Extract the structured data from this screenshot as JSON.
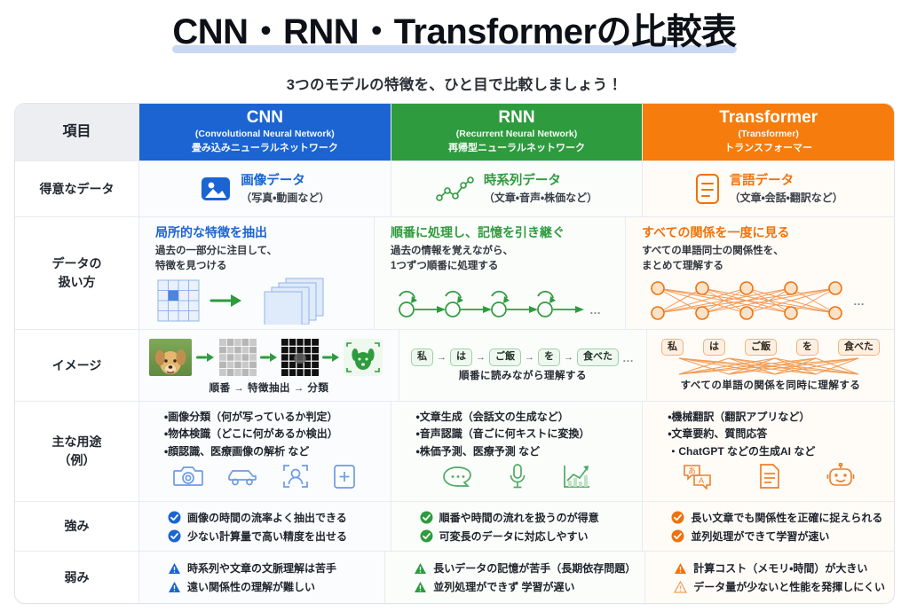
{
  "header": {
    "title": "CNN・RNN・Transformerの比較表",
    "subtitle": "3つのモデルの特徴を、ひと目で比較しましょう！"
  },
  "colors": {
    "cnn": "#1b64d2",
    "rnn": "#2e9b3e",
    "transformer": "#f57c0d",
    "title_underline": "#c9d8f5",
    "label_header_bg": "#eceef1"
  },
  "table": {
    "head": {
      "label": "項目",
      "columns": [
        {
          "name": "CNN",
          "en": "(Convolutional Neural Network)",
          "jp": "畳み込みニューラルネットワーク"
        },
        {
          "name": "RNN",
          "en": "(Recurrent Neural Network)",
          "jp": "再帰型ニューラルネットワーク"
        },
        {
          "name": "Transformer",
          "en": "(Transformer)",
          "jp": "トランスフォーマー"
        }
      ]
    },
    "rows": {
      "good_data": {
        "label": "得意なデータ",
        "cnn": {
          "title": "画像データ",
          "sub": "（写真・動画など）",
          "icon": "image-icon"
        },
        "rnn": {
          "title": "時系列データ",
          "sub": "（文章・音声・株価など）",
          "icon": "line-chart-icon"
        },
        "transformer": {
          "title": "言語データ",
          "sub": "（文章・会話・翻訳など）",
          "icon": "document-icon"
        }
      },
      "handling": {
        "label_line1": "データの",
        "label_line2": "扱い方",
        "cnn": {
          "title": "局所的な特徴を抽出",
          "body_line1": "過去の一部分に注目して、",
          "body_line2": "特徴を見つける",
          "diagram": "kernel-to-featuremaps-diagram"
        },
        "rnn": {
          "title": "順番に処理し、記憶を引き継ぐ",
          "body_line1": "過去の情報を覚えながら、",
          "body_line2": "1つずつ順番に処理する",
          "diagram": "recurrent-chain-diagram",
          "trailing": "…"
        },
        "transformer": {
          "title": "すべての関係を一度に見る",
          "body_line1": "すべての単語同士の関係性を、",
          "body_line2": "まとめて理解する",
          "diagram": "fully-connected-attention-diagram",
          "trailing": "…"
        }
      },
      "image": {
        "label": "イメージ",
        "cnn": {
          "caption": "順番 → 特徴抽出 → 分類",
          "diagram": "dog-photo-to-classified-diagram"
        },
        "rnn": {
          "tokens": [
            "私",
            "は",
            "ご飯",
            "を",
            "食べた"
          ],
          "trailing": "…",
          "caption": "順番に読みながら理解する",
          "diagram": "sequential-tokens-diagram"
        },
        "transformer": {
          "tokens": [
            "私",
            "は",
            "ご飯",
            "を",
            "食べた"
          ],
          "caption": "すべての単語の関係を同時に理解する",
          "diagram": "all-pairs-tokens-diagram"
        }
      },
      "usage": {
        "label_line1": "主な用途",
        "label_line2": "（例）",
        "cnn": {
          "items": [
            "・画像分類（何が写っているか判定）",
            "・物体検識（どこに何があるか検出）",
            "・顔認識、医療画像の解析 など"
          ],
          "icons": [
            "camera-icon",
            "car-icon",
            "face-recognition-icon",
            "medical-clipboard-icon"
          ]
        },
        "rnn": {
          "items": [
            "・文章生成（会話文の生成など）",
            "・音声認識（音ごに何キストに変換）",
            "・株価予測、医療予測 など"
          ],
          "icons": [
            "chat-bubble-icon",
            "microphone-icon",
            "stock-chart-icon"
          ]
        },
        "transformer": {
          "items": [
            "・機械翻訳（翻訳アプリなど）",
            "・文章要約、質問応答",
            "・ChatGPT などの生成AI など"
          ],
          "icons": [
            "translate-icon",
            "document-lines-icon",
            "robot-icon"
          ]
        }
      },
      "strength": {
        "label": "強み",
        "cnn": {
          "items": [
            "画像の時間の流率よく抽出できる",
            "少ない計算量で高い精度を出せる"
          ],
          "icon": "check-circle-icon"
        },
        "rnn": {
          "items": [
            "順番や時間の流れを扱うのが得意",
            "可変長のデータに対応しやすい"
          ],
          "icon": "check-circle-icon"
        },
        "transformer": {
          "items": [
            "長い文章でも関係性を正確に捉えられる",
            "並列処理ができて学習が速い"
          ],
          "icon": "check-circle-icon"
        }
      },
      "weakness": {
        "label": "弱み",
        "cnn": {
          "items": [
            "時系列や文章の文脈理解は苦手",
            "遠い関係性の理解が難しい"
          ],
          "icon": "warning-triangle-icon"
        },
        "rnn": {
          "items": [
            "長いデータの記憶が苦手（長期依存問題）",
            "並列処理ができず 学習が遅い"
          ],
          "icon": "warning-triangle-icon"
        },
        "transformer": {
          "items": [
            "計算コスト（メモリ・時間）が大きい",
            "データ量が少ないと性能を発揮しにくい"
          ],
          "icon": "warning-triangle-icon"
        }
      }
    }
  }
}
